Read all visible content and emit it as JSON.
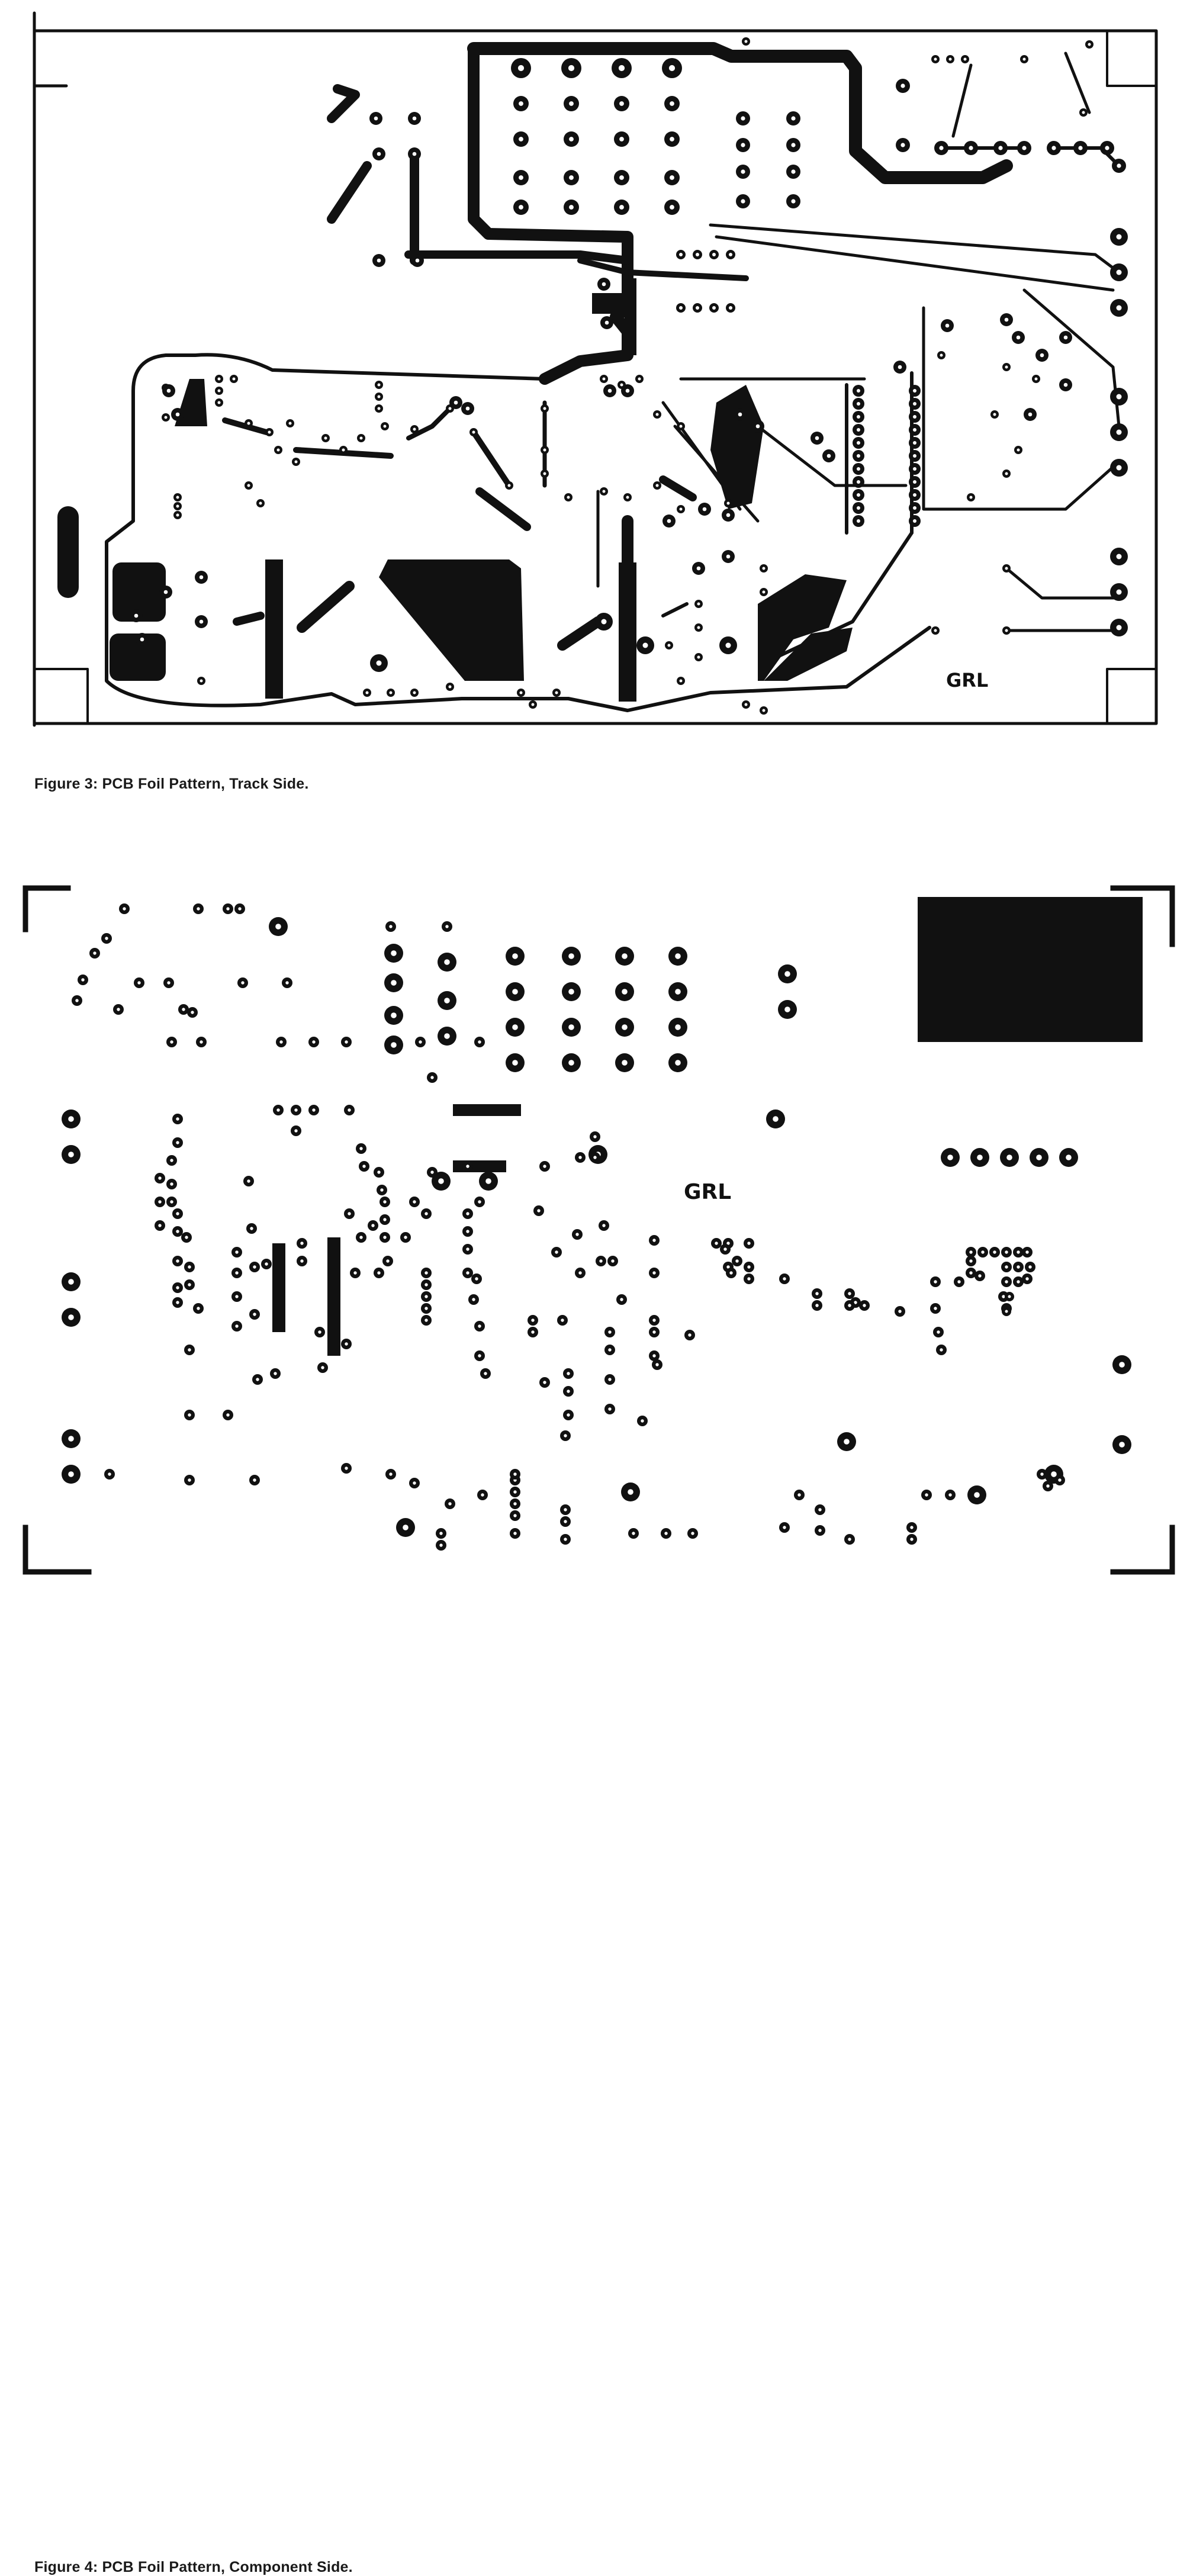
{
  "figures": [
    {
      "id": "figure-3",
      "caption": "Figure 3: PCB Foil Pattern, Track Side.",
      "board_label": "GRL"
    },
    {
      "id": "figure-4",
      "caption": "Figure 4: PCB Foil Pattern, Component Side.",
      "board_label": "GRL"
    }
  ],
  "colors": {
    "ink": "#111111",
    "paper": "#ffffff"
  }
}
